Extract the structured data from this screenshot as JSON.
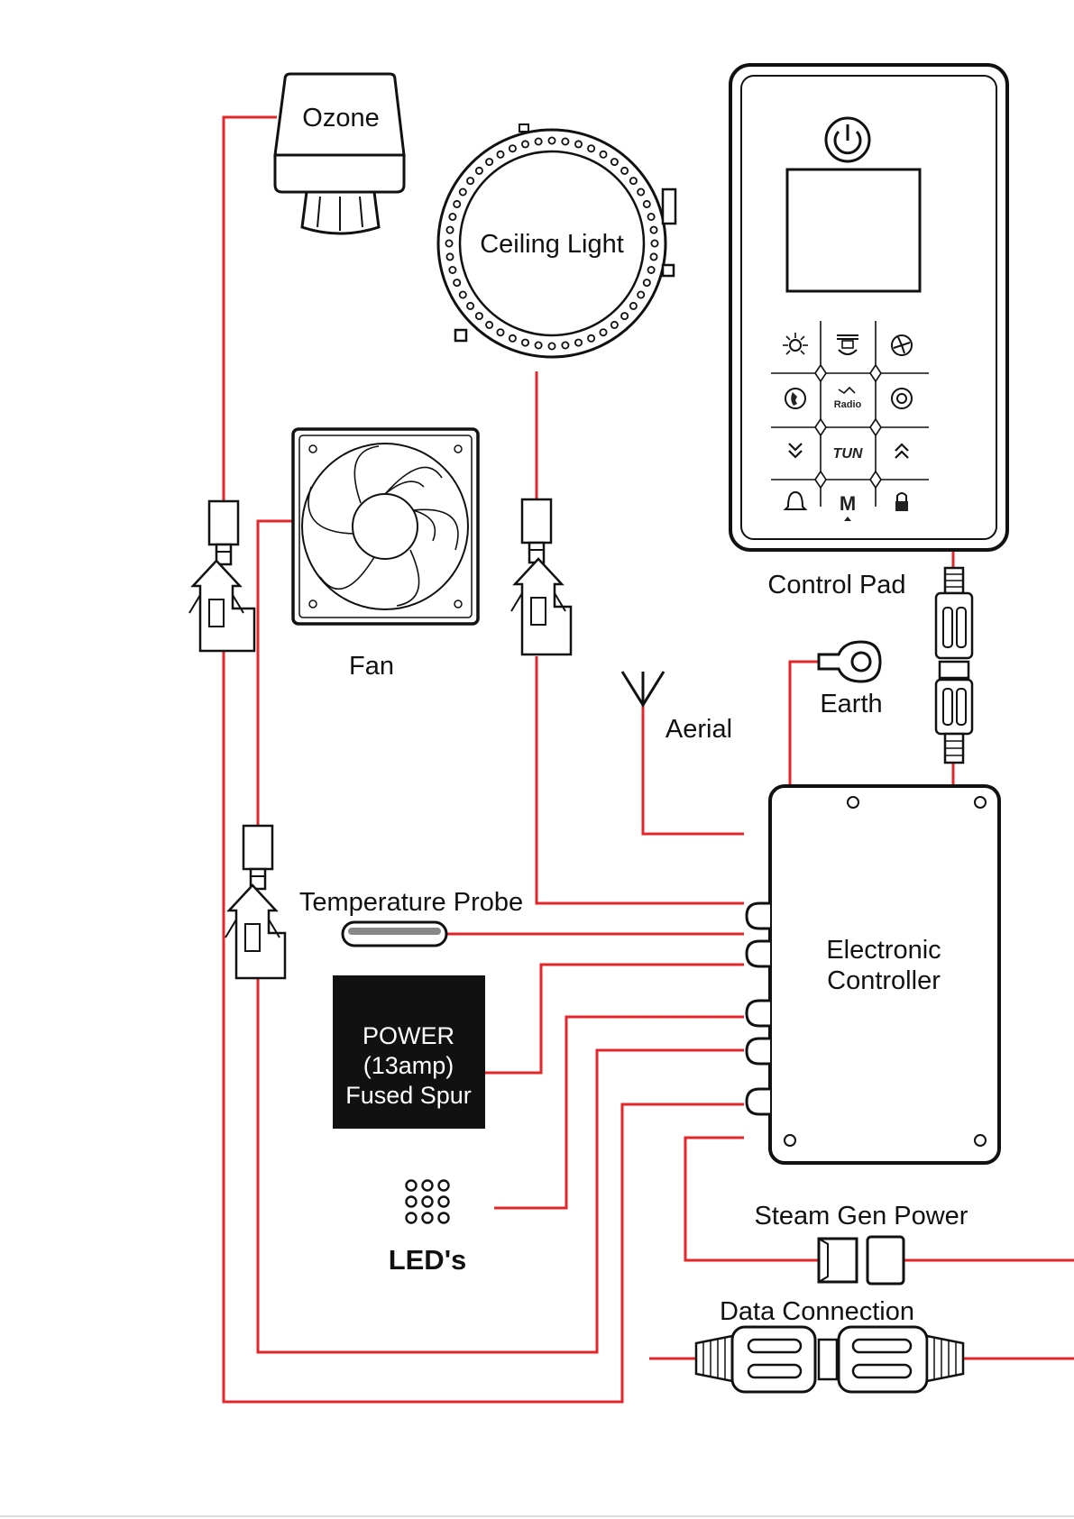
{
  "labels": {
    "ozone": "Ozone",
    "ceiling_light": "Ceiling Light",
    "control_pad": "Control Pad",
    "fan": "Fan",
    "earth": "Earth",
    "aerial": "Aerial",
    "temperature_probe": "Temperature Probe",
    "electronic_controller_line1": "Electronic",
    "electronic_controller_line2": "Controller",
    "power_line1": "POWER",
    "power_line2": "(13amp)",
    "power_line3": "Fused Spur",
    "leds": "LED's",
    "steam_gen_power": "Steam Gen Power",
    "data_connection": "Data Connection"
  },
  "control_pad_buttons": [
    "light-icon",
    "music-icon",
    "fan-icon",
    "phone-icon",
    "radio-icon",
    "ozone-icon",
    "down-icon",
    "tuner-icon",
    "up-icon",
    "bell-icon",
    "mode-icon",
    "lock-icon"
  ],
  "control_pad_button_text": {
    "radio": "Radio",
    "tuner": "TUN",
    "mode": "M"
  },
  "colors": {
    "wire": "#e4252a",
    "ink": "#111111",
    "power_box": "#111111",
    "power_text": "#ffffff"
  }
}
